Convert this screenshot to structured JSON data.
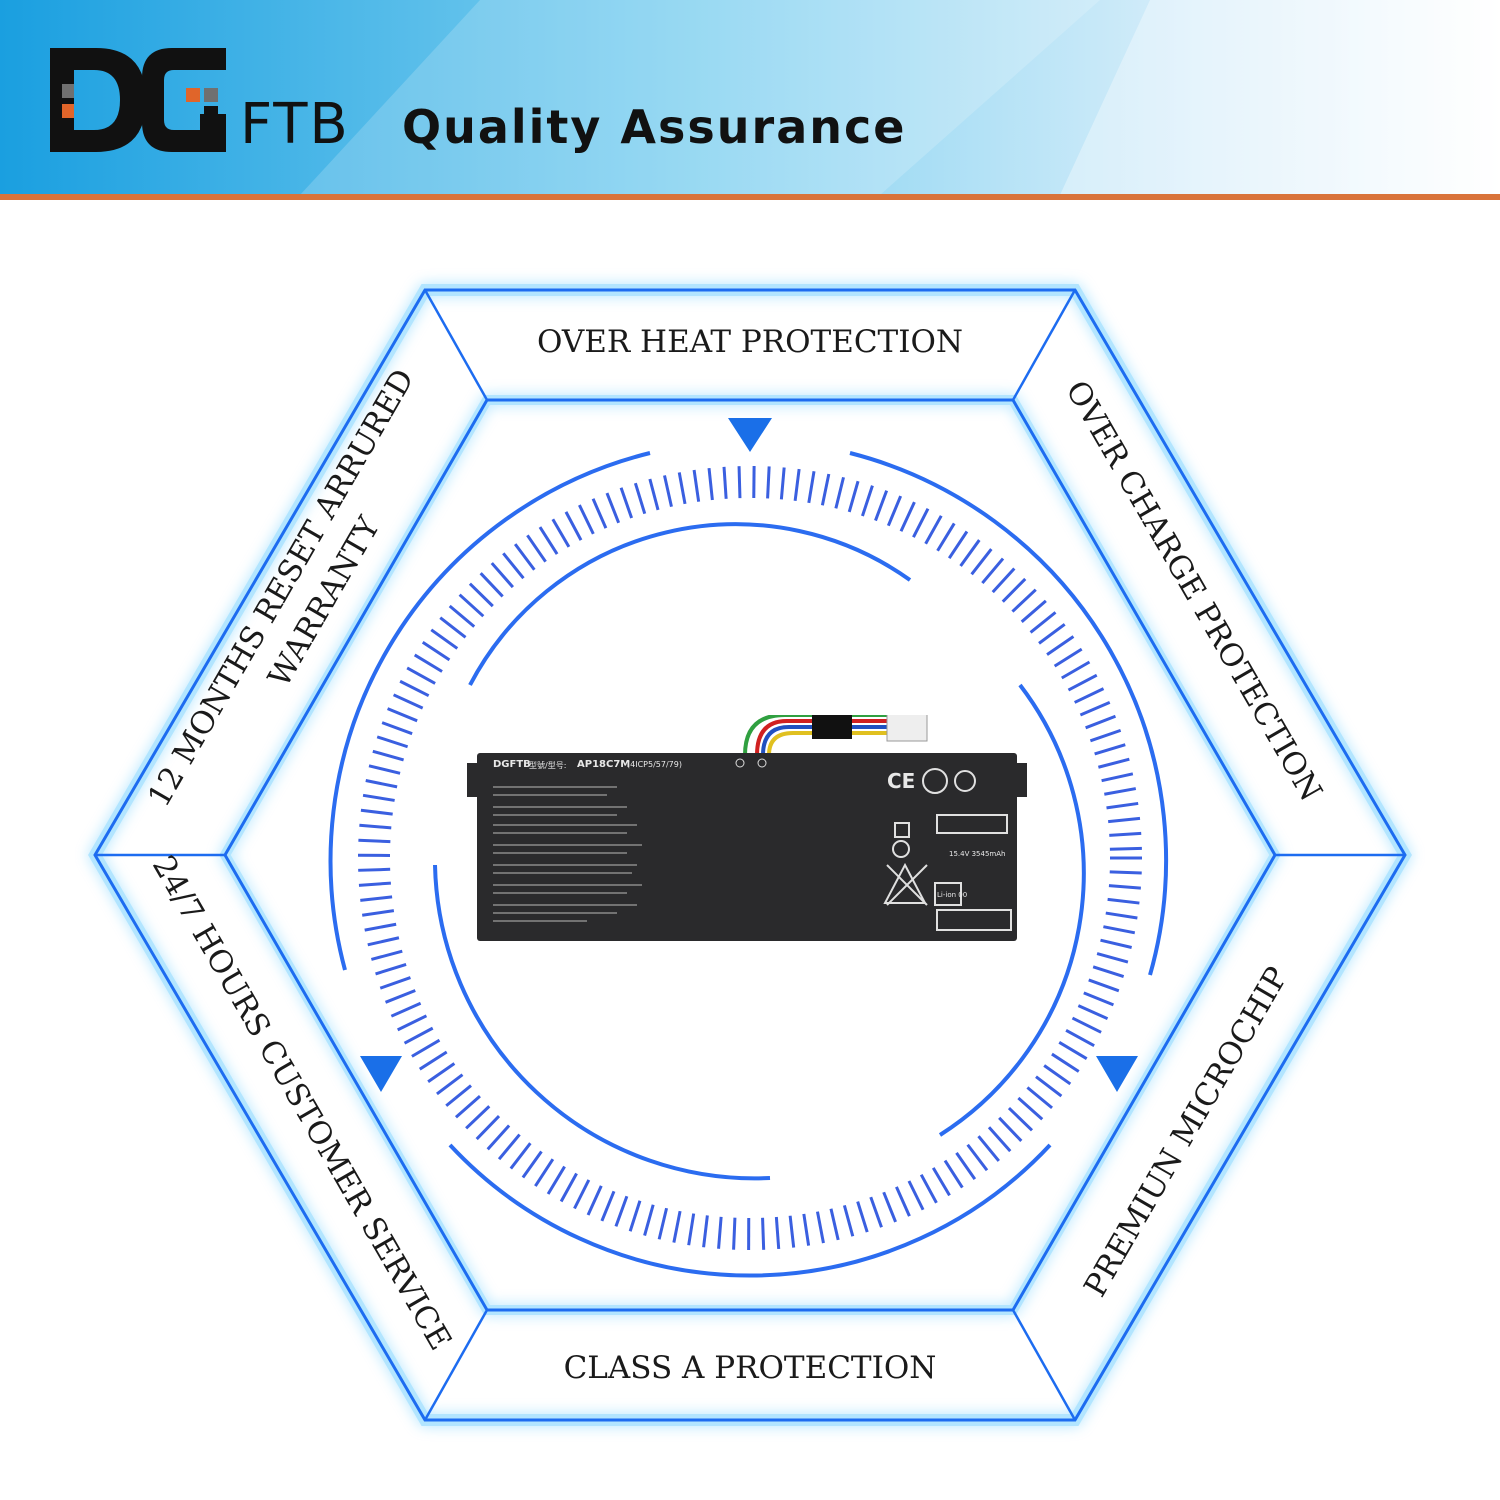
{
  "header": {
    "logo_text": "DG",
    "brand_suffix": "FTB",
    "tagline": "Quality Assurance",
    "colors": {
      "banner_left": "#1a9fe0",
      "banner_right": "#ffffff",
      "rule": "#d9733a",
      "logo_accent": "#e0652a",
      "logo_gray": "#707070",
      "logo_dark": "#111111"
    }
  },
  "hexagon": {
    "segments": {
      "top": "OVER HEAT PROTECTION",
      "top_right": "OVER CHARGE PROTECTION",
      "bottom_right": "PREMIUN MICROCHIP",
      "bottom": "CLASS A PROTECTION",
      "bottom_left": "24/7 HOURS CUSTOMER SERVICE",
      "top_left_line1": "12 MONTHS RESET ARRURED",
      "top_left_line2": "WARRANTY"
    },
    "colors": {
      "stroke": "#1d6cf0",
      "glow": "#7fd4ff",
      "arrow": "#1a6fe8",
      "ticks": "#3a5fe0"
    }
  },
  "battery": {
    "brand": "DGFTB",
    "model_prefix": "型號/型号:",
    "model": "AP18C7M",
    "cells": "(4ICP5/57/79)",
    "cert_text": "15.4V  3545mAh",
    "cell_type": "Li-ion 00",
    "colors": {
      "body": "#2a2a2c",
      "cable_red": "#d02020",
      "cable_blue": "#2050c0",
      "cable_yellow": "#e0c020",
      "cable_green": "#30a040"
    }
  }
}
